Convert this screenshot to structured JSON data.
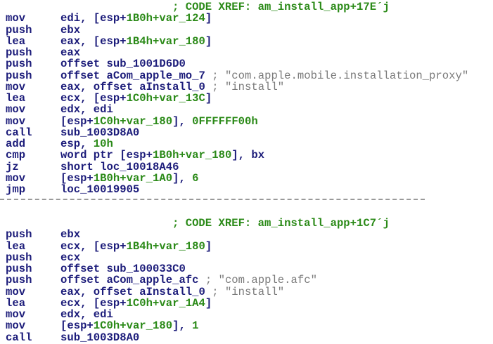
{
  "blocks": [
    {
      "xref": "; CODE XREF: am_install_app+17E´j",
      "lines": [
        {
          "mn": "mov",
          "ops": [
            [
              "edi, [esp+",
              "n"
            ],
            [
              "1B0h",
              "g"
            ],
            [
              "+var_124",
              "g"
            ],
            [
              "]",
              "n"
            ]
          ]
        },
        {
          "mn": "push",
          "ops": [
            [
              "ebx",
              "n"
            ]
          ]
        },
        {
          "mn": "lea",
          "ops": [
            [
              "eax, [esp+",
              "n"
            ],
            [
              "1B4h+var_180",
              "g"
            ],
            [
              "]",
              "n"
            ]
          ]
        },
        {
          "mn": "push",
          "ops": [
            [
              "eax",
              "n"
            ]
          ]
        },
        {
          "mn": "push",
          "ops": [
            [
              "offset sub_1001D6D0",
              "n"
            ]
          ]
        },
        {
          "mn": "push",
          "ops": [
            [
              "offset aCom_apple_mo_7 ",
              "n"
            ],
            [
              "; \"com.apple.mobile.installation_proxy\"",
              "s"
            ]
          ]
        },
        {
          "mn": "mov",
          "ops": [
            [
              "eax, offset aInstall_0 ",
              "n"
            ],
            [
              "; \"install\"",
              "s"
            ]
          ]
        },
        {
          "mn": "lea",
          "ops": [
            [
              "ecx, [esp+",
              "n"
            ],
            [
              "1C0h+var_13C",
              "g"
            ],
            [
              "]",
              "n"
            ]
          ]
        },
        {
          "mn": "mov",
          "ops": [
            [
              "edx, edi",
              "n"
            ]
          ]
        },
        {
          "mn": "mov",
          "ops": [
            [
              "[esp+",
              "n"
            ],
            [
              "1C0h+var_180",
              "g"
            ],
            [
              "], ",
              "n"
            ],
            [
              "0FFFFFF00h",
              "g"
            ]
          ]
        },
        {
          "mn": "call",
          "ops": [
            [
              "sub_1003D8A0",
              "n"
            ]
          ]
        },
        {
          "mn": "add",
          "ops": [
            [
              "esp, ",
              "n"
            ],
            [
              "10h",
              "g"
            ]
          ]
        },
        {
          "mn": "cmp",
          "ops": [
            [
              "word ptr [esp+",
              "n"
            ],
            [
              "1B0h+var_180",
              "g"
            ],
            [
              "], bx",
              "n"
            ]
          ]
        },
        {
          "mn": "jz",
          "ops": [
            [
              "short loc_10018A46",
              "n"
            ]
          ]
        },
        {
          "mn": "mov",
          "ops": [
            [
              "[esp+",
              "n"
            ],
            [
              "1B0h+var_1A0",
              "g"
            ],
            [
              "], ",
              "n"
            ],
            [
              "6",
              "g"
            ]
          ]
        },
        {
          "mn": "jmp",
          "ops": [
            [
              "loc_10019905",
              "n"
            ]
          ]
        }
      ]
    },
    {
      "xref": "; CODE XREF: am_install_app+1C7´j",
      "lines": [
        {
          "mn": "push",
          "ops": [
            [
              "ebx",
              "n"
            ]
          ]
        },
        {
          "mn": "lea",
          "ops": [
            [
              "ecx, [esp+",
              "n"
            ],
            [
              "1B4h+var_180",
              "g"
            ],
            [
              "]",
              "n"
            ]
          ]
        },
        {
          "mn": "push",
          "ops": [
            [
              "ecx",
              "n"
            ]
          ]
        },
        {
          "mn": "push",
          "ops": [
            [
              "offset sub_100033C0",
              "n"
            ]
          ]
        },
        {
          "mn": "push",
          "ops": [
            [
              "offset aCom_apple_afc ",
              "n"
            ],
            [
              "; \"com.apple.afc\"",
              "s"
            ]
          ]
        },
        {
          "mn": "mov",
          "ops": [
            [
              "eax, offset aInstall_0 ",
              "n"
            ],
            [
              "; \"install\"",
              "s"
            ]
          ]
        },
        {
          "mn": "lea",
          "ops": [
            [
              "ecx, [esp+",
              "n"
            ],
            [
              "1C0h+var_1A4",
              "g"
            ],
            [
              "]",
              "n"
            ]
          ]
        },
        {
          "mn": "mov",
          "ops": [
            [
              "edx, edi",
              "n"
            ]
          ]
        },
        {
          "mn": "mov",
          "ops": [
            [
              "[esp+",
              "n"
            ],
            [
              "1C0h+var_180",
              "g"
            ],
            [
              "], ",
              "n"
            ],
            [
              "1",
              "g"
            ]
          ]
        },
        {
          "mn": "call",
          "ops": [
            [
              "sub_1003D8A0",
              "n"
            ]
          ]
        }
      ]
    }
  ]
}
